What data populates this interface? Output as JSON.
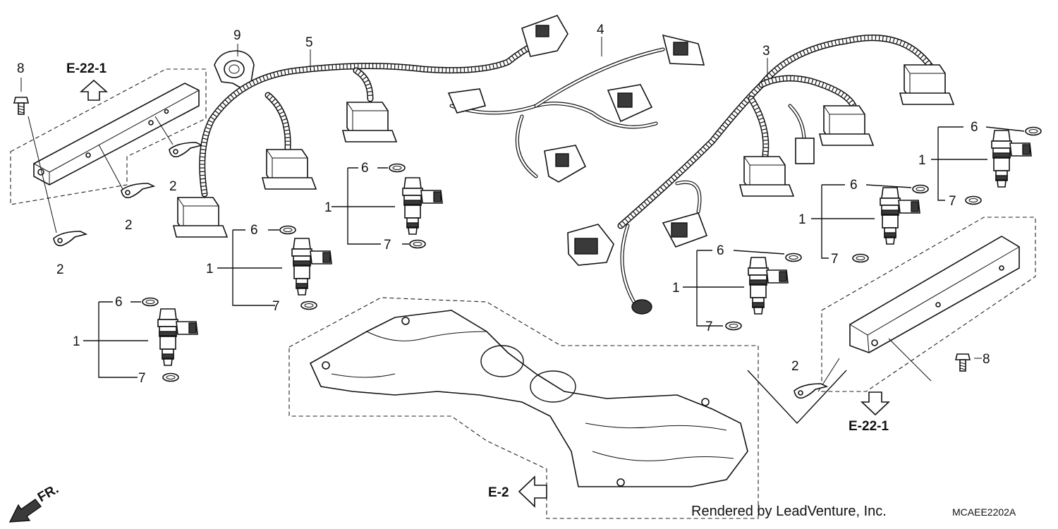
{
  "callouts": {
    "injector": "1",
    "clip": "2",
    "harness_rear": "3",
    "harness_sub": "4",
    "harness_front": "5",
    "o_ring_upper": "6",
    "o_ring_lower": "7",
    "bolt": "8",
    "stay": "9"
  },
  "references": {
    "fuel_pipe": "E-22-1",
    "intake": "E-2",
    "front": "FR."
  },
  "footer": {
    "credit": "Rendered by LeadVenture, Inc.",
    "diagram_code": "MCAEE2202A"
  }
}
